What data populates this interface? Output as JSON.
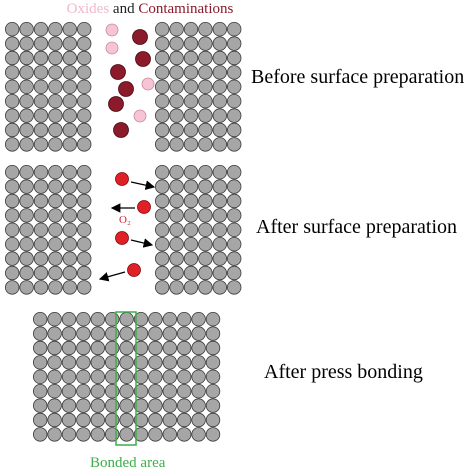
{
  "title": {
    "oxides": "Oxides",
    "and": "and",
    "contaminations": "Contaminations"
  },
  "stages": {
    "before": "Before surface preparation",
    "after_prep": "After surface preparation",
    "after_bonding": "After press bonding"
  },
  "o2_label": "O₂",
  "bonded_area_label": "Bonded area",
  "colors": {
    "atom_fill": "#a6a6a6",
    "atom_stroke": "#3a3a3a",
    "oxide": "#f7c3d6",
    "contamination": "#8b1a2b",
    "oxygen_atom": "#e02027",
    "bonded_box": "#3cae4a",
    "arrow": "#000000"
  }
}
